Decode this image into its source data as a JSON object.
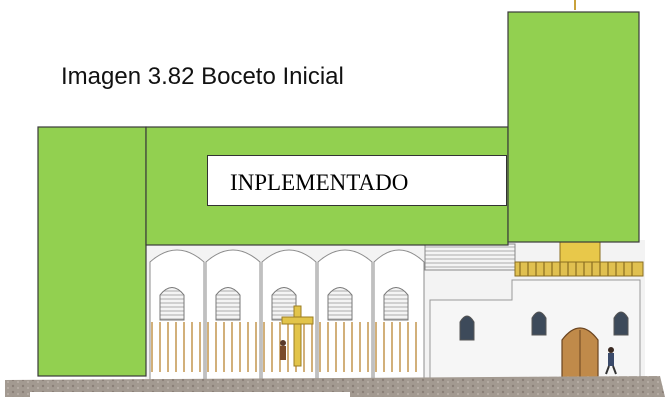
{
  "caption": "Imagen 3.82 Boceto Inicial",
  "label": "INPLEMENTADO",
  "colors": {
    "green_block": "#92d050",
    "block_border": "#3a3a3a",
    "wall": "#f2f2f2",
    "gold": "#e8c84a",
    "wood": "#c08a4a",
    "ground": "#9a8f86"
  },
  "scene": {
    "description_icons": [
      "church-facade",
      "cross",
      "bell-tower",
      "person"
    ]
  }
}
